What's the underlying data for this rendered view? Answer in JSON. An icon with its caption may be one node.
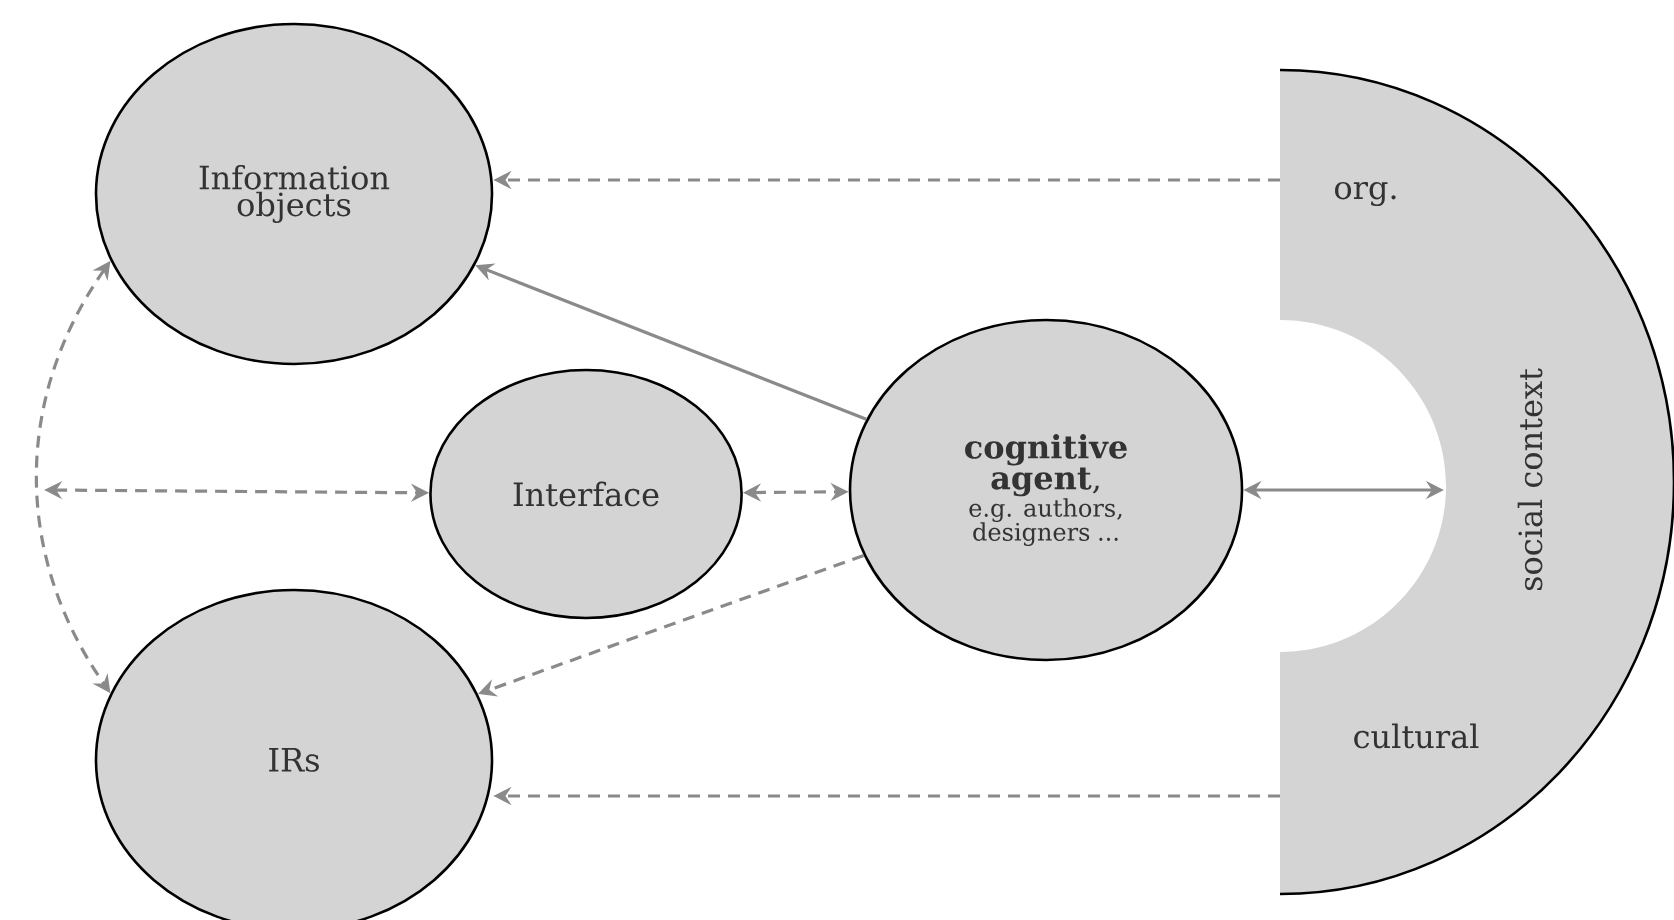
{
  "diagram": {
    "nodes": [
      {
        "text": [
          "Information objects"
        ]
      },
      {
        "text": [
          "Interface"
        ]
      },
      {
        "text": [
          "**cognitive agent**,",
          "e.g. authors, designers ..."
        ]
      },
      {
        "text": [
          "IRs"
        ]
      },
      {
        "text": [
          "org.",
          "social context",
          "cultural"
        ]
      }
    ],
    "edges": [
      {
        "from": 4,
        "to": 0,
        "arrow": "to",
        "style": "dashed"
      },
      {
        "from": 2,
        "to": 0,
        "arrow": "to"
      },
      {
        "from": 0,
        "to": 3,
        "arrow": "both",
        "style": "dashed"
      },
      {
        "from": null,
        "to": 1,
        "arrow": "both",
        "style": "dashed"
      },
      {
        "from": 1,
        "to": 2,
        "arrow": "both",
        "style": "dashed"
      },
      {
        "from": 2,
        "to": 4,
        "arrow": "both"
      },
      {
        "from": 2,
        "to": 3,
        "arrow": "to",
        "style": "dashed"
      },
      {
        "from": 4,
        "to": 3,
        "arrow": "to",
        "style": "dashed"
      }
    ]
  }
}
